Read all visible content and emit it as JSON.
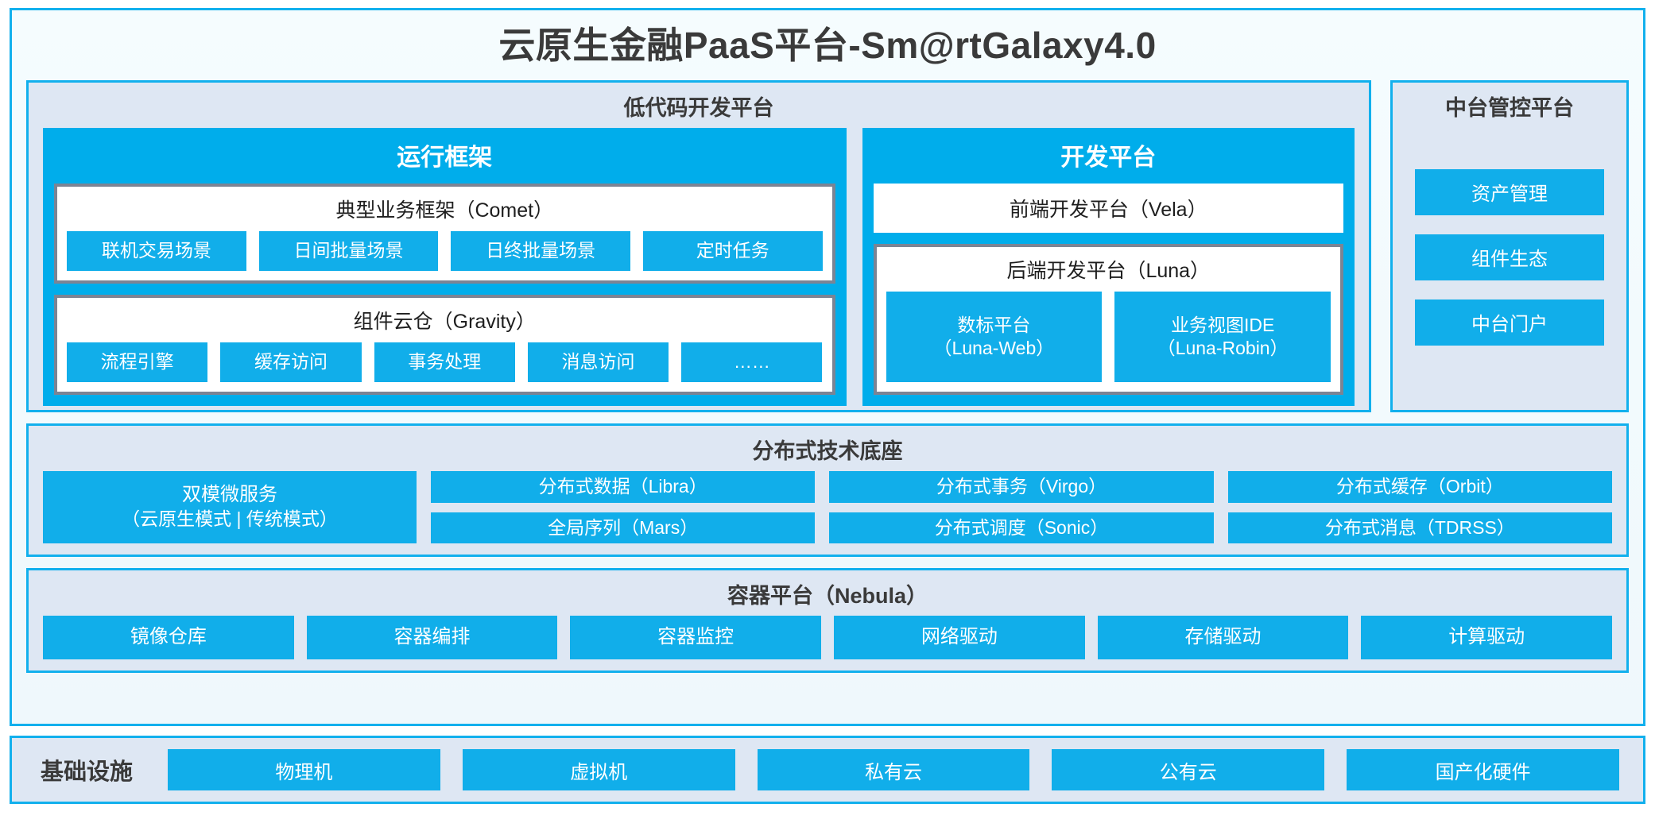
{
  "title": "云原生金融PaaS平台-Sm@rtGalaxy4.0",
  "colors": {
    "accent_blue": "#00ADEB",
    "chip_blue": "#11AEEA",
    "border_blue": "#12B0ED",
    "panel_bg": "#DEE7F3",
    "grey_border": "#7B8494",
    "text_dark": "#3A3A3A",
    "page_bg": "#F5FCFE"
  },
  "lowcode": {
    "title": "低代码开发平台",
    "runtime": {
      "title": "运行框架",
      "comet": {
        "title": "典型业务框架（Comet）",
        "items": [
          {
            "label": "联机交易场景"
          },
          {
            "label": "日间批量场景"
          },
          {
            "label": "日终批量场景"
          },
          {
            "label": "定时任务"
          }
        ]
      },
      "gravity": {
        "title": "组件云仓（Gravity）",
        "items": [
          {
            "label": "流程引擎"
          },
          {
            "label": "缓存访问"
          },
          {
            "label": "事务处理"
          },
          {
            "label": "消息访问"
          },
          {
            "label": "……"
          }
        ]
      }
    },
    "devplatform": {
      "title": "开发平台",
      "frontend": {
        "label": "前端开发平台（Vela）"
      },
      "backend": {
        "title": "后端开发平台（Luna）",
        "items": [
          {
            "line1": "数标平台",
            "line2": "（Luna-Web）"
          },
          {
            "line1": "业务视图IDE",
            "line2": "（Luna-Robin）"
          }
        ]
      }
    }
  },
  "midoffice": {
    "title": "中台管控平台",
    "items": [
      {
        "label": "资产管理"
      },
      {
        "label": "组件生态"
      },
      {
        "label": "中台门户"
      }
    ]
  },
  "distributed": {
    "title": "分布式技术底座",
    "microservice": {
      "line1": "双模微服务",
      "line2": "（云原生模式 | 传统模式）"
    },
    "columns": [
      {
        "top": "分布式数据（Libra）",
        "bottom": "全局序列（Mars）"
      },
      {
        "top": "分布式事务（Virgo）",
        "bottom": "分布式调度（Sonic）"
      },
      {
        "top": "分布式缓存（Orbit）",
        "bottom": "分布式消息（TDRSS）"
      }
    ]
  },
  "container": {
    "title": "容器平台（Nebula）",
    "items": [
      {
        "label": "镜像仓库"
      },
      {
        "label": "容器编排"
      },
      {
        "label": "容器监控"
      },
      {
        "label": "网络驱动"
      },
      {
        "label": "存储驱动"
      },
      {
        "label": "计算驱动"
      }
    ]
  },
  "infrastructure": {
    "label": "基础设施",
    "items": [
      {
        "label": "物理机"
      },
      {
        "label": "虚拟机"
      },
      {
        "label": "私有云"
      },
      {
        "label": "公有云"
      },
      {
        "label": "国产化硬件"
      }
    ]
  }
}
